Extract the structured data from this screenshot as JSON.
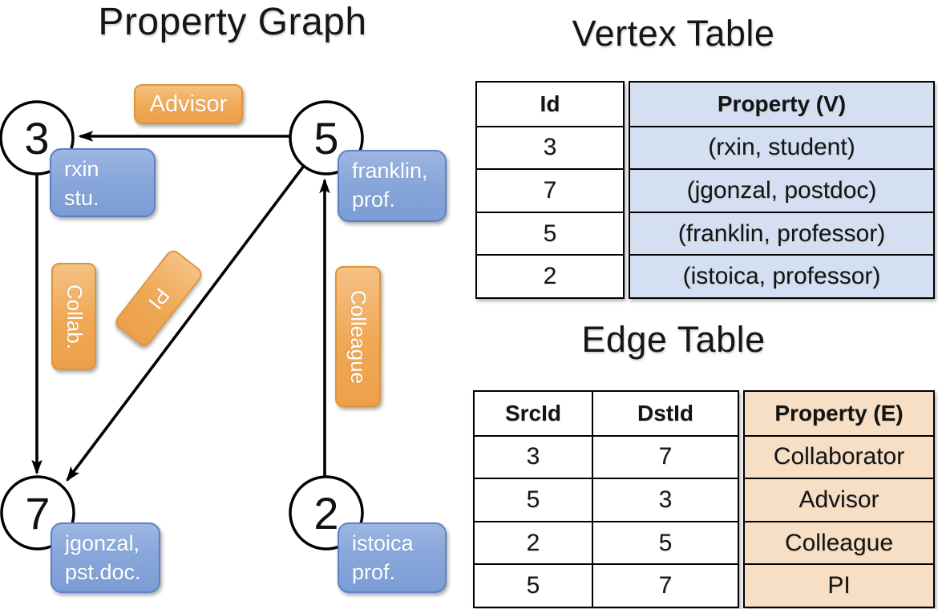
{
  "graph": {
    "title": "Property Graph",
    "nodes": [
      {
        "id": "3",
        "label_line1": "rxin",
        "label_line2": "stu."
      },
      {
        "id": "5",
        "label_line1": "franklin,",
        "label_line2": "prof."
      },
      {
        "id": "7",
        "label_line1": "jgonzal,",
        "label_line2": "pst.doc."
      },
      {
        "id": "2",
        "label_line1": "istoica",
        "label_line2": "prof."
      }
    ],
    "edges": [
      {
        "label": "Advisor",
        "from": "5",
        "to": "3"
      },
      {
        "label": "Collab.",
        "from": "3",
        "to": "7"
      },
      {
        "label": "PI",
        "from": "5",
        "to": "7"
      },
      {
        "label": "Colleague",
        "from": "2",
        "to": "5"
      }
    ]
  },
  "vertex_table": {
    "title": "Vertex Table",
    "columns": [
      "Id",
      "Property (V)"
    ],
    "rows": [
      [
        "3",
        "(rxin, student)"
      ],
      [
        "7",
        "(jgonzal, postdoc)"
      ],
      [
        "5",
        "(franklin, professor)"
      ],
      [
        "2",
        "(istoica, professor)"
      ]
    ]
  },
  "edge_table": {
    "title": "Edge Table",
    "columns": [
      "SrcId",
      "DstId",
      "Property (E)"
    ],
    "rows": [
      [
        "3",
        "7",
        "Collaborator"
      ],
      [
        "5",
        "3",
        "Advisor"
      ],
      [
        "2",
        "5",
        "Colleague"
      ],
      [
        "5",
        "7",
        "PI"
      ]
    ]
  },
  "colors": {
    "edge_label_gradient_top": "#f5c184",
    "edge_label_gradient_bottom": "#eda04a",
    "edge_label_border": "#de9537",
    "vertex_label_gradient_top": "#9db6e3",
    "vertex_label_gradient_bottom": "#7b9cd5",
    "vertex_label_border": "#5d81c4",
    "vertex_table_property_bg": "#d4e0f1",
    "edge_table_property_bg": "#f7dfc5",
    "table_border": "#000000",
    "node_fill": "#ffffff",
    "node_stroke": "#000000",
    "label_text": "#ffffff",
    "text": "#1a1a1a"
  }
}
